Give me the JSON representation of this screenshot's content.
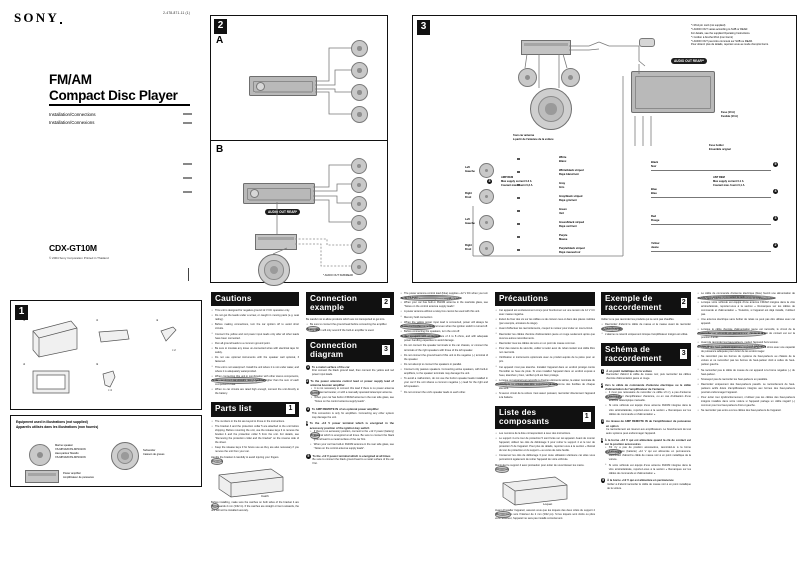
{
  "document": {
    "brand": "SONY",
    "part_number": "2-478-871-11 (1)",
    "title_line1": "FM/AM",
    "title_line2": "Compact Disc Player",
    "subtitle_en": "Installation/Connections",
    "subtitle_fr": "Installation/Connexions",
    "model": "CDX-GT10M",
    "copyright": "© 2004 Sony Corporation   Printed in Thailand"
  },
  "panel1": {
    "number": "1",
    "part_labels": [
      "1",
      "2",
      "3",
      "4",
      "5"
    ],
    "qty_marks": [
      "× 2",
      "× 4"
    ]
  },
  "equipment_box": {
    "title_en": "Equipment used in illustrations (not supplied)",
    "title_fr": "Appareils utilisés dans les illustrations (non fournis)",
    "items": [
      {
        "en": "Marine speaker",
        "model": "XS-MP1620/XS-MP1610N",
        "fr": "Haut-parleur Marello",
        "fr_model": "XS-MP1620/XS-MP1610N"
      },
      {
        "en": "Subwoofer",
        "fr": "Caisson de graves"
      },
      {
        "en": "Power amplifier",
        "fr": "Amplificateur de puissance"
      }
    ]
  },
  "panel2": {
    "number": "2",
    "tag_a": "A",
    "tag_b": "B",
    "callout": "AUDIO OUT REAR*",
    "footnote": "* AUDIO OUT SUB/REAR"
  },
  "panel3": {
    "number": "3",
    "callout_audio_out": "AUDIO OUT REAR*²",
    "antenna_label_en": "from car antenna",
    "antenna_label_fr": "à partir de l'antenne de la voiture",
    "amp_rem_en": "AMP REM",
    "amp_rem_fr": "Max supply current 0.3 A",
    "amp_rem_fr2": "Courant max. fourni 0,3 A",
    "fuse_en": "Fuse (10 A)",
    "fuse_fr": "Fusible (10 A)",
    "fuseholder_en": "Fuse holder",
    "fuseholder_fr": "Ensemble orignal",
    "fuseholder_fr2": "Rayé blanc/noir",
    "ant_rem_en": "ANT REM",
    "ant_rem_fr": "Max supply current 0.1 A",
    "ant_rem_fr2": "Courant max. fourni 0,1 A",
    "speaker_sides": [
      {
        "en": "Left",
        "fr": "Gauche"
      },
      {
        "en": "Right",
        "fr": "Droit"
      },
      {
        "en": "Left",
        "fr": "Gauche"
      },
      {
        "en": "Right",
        "fr": "Droit"
      }
    ],
    "wire_labels_left": [
      {
        "en": "White",
        "fr": "Blanc"
      },
      {
        "en": "White/black striped",
        "fr": "Rayé blanc/noir"
      },
      {
        "en": "Gray",
        "fr": "Gris"
      },
      {
        "en": "Gray/black striped",
        "fr": "Rayé gris/noir"
      },
      {
        "en": "Green",
        "fr": "Vert"
      },
      {
        "en": "Green/black striped",
        "fr": "Rayé vert/noir"
      },
      {
        "en": "Purple",
        "fr": "Mauve"
      },
      {
        "en": "Purple/black striped",
        "fr": "Rayé mauve/noir"
      }
    ],
    "wire_labels_right": [
      {
        "en": "Black",
        "fr": "Noir",
        "num": "5"
      },
      {
        "en": "Blue",
        "fr": "Bleu",
        "num": "4"
      },
      {
        "en": "Red",
        "fr": "Rouge",
        "num": "3"
      },
      {
        "en": "Yellow",
        "fr": "Jaune",
        "num": "2"
      }
    ],
    "notes": [
      "*¹ RCA pin cord (not supplied)",
      "*² AUDIO OUT varies according to SUB or REAR.",
      "For details, see the supplied Operating Instructions.",
      "*¹ Cordon à broche RCA (non fourni)",
      "*² AUDIO OUT peut être commuté sur SUB ou REAR.",
      "Pour obtenir plus de détails, reportez-vous au mode d'emploi fourni."
    ]
  },
  "columns": {
    "cautions": {
      "header": "Cautions",
      "items": [
        "This unit is designed for negative ground 12 V DC operation only.",
        "Do not get the leads under a screw, or caught in moving parts (e.g. seat railing).",
        "Before making connections, turn the car ignition off to avoid short circuits.",
        "Connect the yellow and red power input leads only after all other leads have been connected.",
        "Run all ground leads to a common ground point.",
        "Be sure to insulate any loose un-connected wires with electrical tape for safety.",
        "Do not use optional instruments with the speaker well optional, if fastened.",
        "This unit is not waterproof. Install the unit where it is not under water, and where it is adequately waterproofed."
      ],
      "note_title": "Notes on the power supply lead (yellow)",
      "notes": [
        "When connecting this unit in combination with other stereo components, the connected car circuit's rating must be higher than the sum of each component's fuse.",
        "When no car circuits are rated high enough, connect the unit directly to the battery."
      ]
    },
    "parts_list": {
      "header": "Parts list",
      "number": "1",
      "items": [
        "The numbers in the list are keyed to those in the instructions.",
        "The bracket 4 and the protection collar 5 are attached to the unit before shipping. Before mounting the unit, use the release keys 3 to remove the bracket 4 and the protection collar 5 from the unit. For details, see \"Removing the protection collar and the bracket\" on the reverse side of the sheet.",
        "Keep the release keys 3 for future use as they are also necessary if you remove the unit from your car."
      ],
      "caution_title": "Caution",
      "caution_text": "Handle the bracket 4 carefully to avoid injuring your fingers.",
      "fig_label": "Catch",
      "note_title": "Note",
      "note_text": "Before installing, make sure the catches on both sides of the bracket 4 are bent inwards 2 mm (3/32 in). If the catches are straight or bent outwards, the unit will not be installed securely."
    },
    "connection_example": {
      "header": "Connection example",
      "number": "2",
      "intro": "Be careful not to allow products which are not transported to get into.",
      "note_title": "Notes (B)",
      "items": [
        "Be sure to connect the ground lead before connecting the amplifier.",
        "The alarm will only sound if the built-in amplifier is used."
      ]
    },
    "connection_diagram": {
      "header": "Connection diagram",
      "number": "3",
      "entries": [
        {
          "n": "1",
          "title": "To a metal surface of the car",
          "body": "First connect the black ground lead, then connect the yellow and red power input leads."
        },
        {
          "n": "2",
          "title": "To the power antenna control lead or power supply lead of antenna booster amplifier",
          "notes_title": "Notes",
          "notes": [
            "It is not necessary to connect this lead if there is no power antenna or antenna booster, or with a manually operated telescopic antenna.",
            "When your car has built-in FM/AM antenna in the rear side glass, see \"Notes on the control antenna supply leads\"."
          ]
        },
        {
          "n": "3",
          "title": "To AMP REMOTE IN of an optional power amplifier",
          "body": "This connection is only for amplifiers. Connecting any other system may damage the unit."
        },
        {
          "n": "4",
          "title": "To the +12 V power terminal which is energized in the accessory position of the ignition key switch",
          "notes_title": "Notes",
          "notes": [
            "If there is no accessory position, connect to the +12 V power (battery) terminal which is energized at all times. Be sure to connect the black ground lead to a metal surface of the car first.",
            "When your car has built-in FM/AM antenna in the rear side glass, see \"Notes on the control antenna supply leads\"."
          ]
        },
        {
          "n": "5",
          "title": "To the +12 V power terminal which is energized at all times",
          "body": "Be sure to connect the black ground lead to a metal surface of the car first."
        }
      ]
    },
    "notes_col3": {
      "title_1": "Notes on the control and power supply leads",
      "items_1": [
        "The power antenna control lead (blue) supplies +12 V DC when you turn on the tuner.",
        "When your car has built-in FM/AM antenna in the rear/side glass, see \"Notes on the control antenna supply leads\".",
        "A power antenna without a relay box cannot be used with this unit.",
        "Memory hold connection"
      ],
      "title_2": "Memory hold connection",
      "items_2": [
        "When the yellow power input lead is connected, power will always be supplied to the memory circuit even when the ignition switch is turned off."
      ],
      "title_3": "Notes on speaker connection",
      "items_3": [
        "Before connecting the speakers, turn the unit off.",
        "Use speakers with an impedance of 4 to 8 ohms, and with adequate power handling capacities to avoid damage.",
        "Do not connect the speaker terminals to the car chassis, or connect the terminals of the right speakers with those of the left speaker.",
        "Do not connect the ground lead of this unit to the negative (–) terminal of the speaker.",
        "Do not attempt to connect the speakers in parallel.",
        "Connect only passive speakers. Connecting active speakers, with built-in amplifiers, to the speaker terminals may damage the unit.",
        "To avoid a malfunction, do not use the built-in speaker leads installed in your car if the unit shares a common negative (–) lead for the right and left speakers.",
        "Do not connect the unit's speaker leads to each other."
      ]
    },
    "precautions_fr": {
      "header": "Précautions",
      "items": [
        "Cet appareil est exclusivement conçu pour fonctionner sur une tension de 12 V CC avec masse négative.",
        "Evitez de fixer des vis sur les câbles ou de coincer ceux-ci dans des pièces mobiles (par exemple, armature de siège).",
        "Avant d'effectuer les raccordements, coupez le moteur pour éviter un court-circuit.",
        "Raccordez les câbles d'entrée d'alimentation jaune et rouge seulement après que tous les autres raccordements.",
        "Raccordez tous les câbles de terre en un point de masse commun.",
        "Pour des raisons de sécurité, veillez à isoler avec du ruban isolant tout câble libre non raccordé.",
        "Vérification si instruments optionnels avec ce produit auprès de la pièce pour un prix.",
        "Cet appareil n'est pas étanche. Installez l'appareil dans un endroit protégé contre l'humidité ou l'eau de pluie. Si vous installez l'appareil dans un endroit exposé à l'eau, étanchez-y bien, vérifiez qu'il est bien protégé."
      ],
      "note_title": "Remarques sur le câble d'alimentation (jaune)",
      "notes": [
        "Lorsque cet appareil est raccordé à d'autres éléments stéréo, la valeur nominale du circuit de la voiture doit être supérieure à la somme des fusibles de chaque élément.",
        "Si aucun circuit de la voiture n'est assez puissant, raccordez directement l'appareil à la batterie."
      ]
    },
    "liste_composants": {
      "header": "Liste des composants",
      "number": "1",
      "items": [
        "Les numéros de la liste correspondent à ceux des instructions.",
        "Le support 4 et le tour de protection 5 sont livrés sur cet appareil. Avant de monter l'appareil, utilisez les clés de déblocage 3 pour retirer le support 4 et le tour de protection 5 de l'appareil. Pour plus de détails, reportez-vous à la section « Retrait du tour de protection et du support » au verso de cette feuille.",
        "Conservez les clés de déblocage 3 pour toute utilisation ultérieure car elles vous permettront également de retirer l'appareil de votre véhicule."
      ],
      "attention_title": "Attention",
      "attention_text": "Manipulez le support 4 avec précaution pour éviter de vous blesser les mains.",
      "fig_label": "Loquet",
      "remark_title": "Remarque",
      "remark_text": "Avant d'installer l'appareil, assurez-vous que les loquets des deux côtés du support 4 sont bien pliés vers l'intérieur de 2 mm (3/32 po). Si les loquets sont droits ou pliés vers l'extérieur, l'appareil ne sera pas installé correctement."
    },
    "exemple_raccordement": {
      "header": "Exemple de raccordement",
      "number": "2",
      "intro": "Veillez à ne pas raccorder les produits qui ne sont pas chauffés.",
      "note_title": "Remarques (B)",
      "items": [
        "Raccordez d'abord le câble de masse et la masse avant de raccorder l'amplificateur.",
        "L'alarme ne retentit uniquement lorsque l'amplificateur intégré est utilisé."
      ]
    },
    "schema_raccordement": {
      "header": "Schéma de raccordement",
      "number": "3",
      "entries": [
        {
          "n": "1",
          "title": "À un point métallique de la voiture",
          "body": "Raccordez d'abord le câble de masse noir, puis raccordez les câbles d'entrée d'alimentation jaune et rouge."
        },
        {
          "n": "2",
          "title": "Vers le câble de commande d'antenne électrique ou le câble d'alimentation de l'amplificateur de l'antenne",
          "notes_title": "Remarques",
          "notes": [
            "Il n'est pas nécessaire de raccorder ce câble s'il n'y a pas d'antenne électrique ni d'amplificateur d'antenne, ou en cas d'utilisation d'une antenne télescopique manuelle.",
            "Si votre véhicule est équipé d'une antenne FM/AM intégrée dans la vitre arrière/latérale, reportez-vous à la section « Remarques sur les câbles de commande et d'alimentation »."
          ]
        },
        {
          "n": "3",
          "title": "Au niveau de AMP REMOTE IN de l'amplificateur de puissance en option",
          "body": "Ce raccordement est réservé aux amplificateurs. Le branchement de tout autre système peut endommager l'appareil."
        },
        {
          "n": "4",
          "title": "À la borne +12 V qui est alimentée quand la clé de contact est sur la position accessoires",
          "notes_title": "Remarques",
          "notes": [
            "S'il n'y a pas de position accessoires, raccordez-le à la borne d'alimentation (batterie) +12 V qui est alimentée en permanence. Raccordez d'abord le câble de masse noir à un point métallique de la voiture.",
            "Si votre véhicule est équipé d'une antenne FM/AM intégrée dans la vitre arrière/latérale, reportez-vous à la section « Remarques sur les câbles de commande et d'alimentation »."
          ]
        },
        {
          "n": "5",
          "title": "À la borne +12 V qui est alimentée en permanence",
          "body": "Veillez à d'abord raccorder le câble de masse noir à un point métallique de la voiture."
        }
      ]
    },
    "notes_col6": {
      "title_1": "Remarques sur les câbles de commande et d'alimentation",
      "items_1": [
        "Le câble de commande d'antenne électrique (bleu) fournit une alimentation de +12 V CC lorsque vous mettez la radio sous tension.",
        "Lorsque votre véhicule est équipé d'une antenne FM/AM intégrée dans la vitre arrière/latérale, reportez-vous à la section « Remarques sur les câbles de commande et d'alimentation ». Toutefois, si l'appareil est déjà installé, n'utilisez pas.",
        "Une antenne électrique sans boîtier de relais ne peut pas être utilisée avec cet appareil."
      ],
      "title_2": "Raccordement pour la conservation de la mémoire",
      "items_2": [
        "Lorsque le câble d'entrée d'alimentation jaune est raccordé, le circuit de la mémoire est alimenté en permanence, même si la clé de contact est sur la position d'arrêt."
      ],
      "title_3": "Remarques sur le raccordement des haut-parleurs",
      "items_3": [
        "Avant de raccorder les haut-parleurs, mettez l'appareil hors tension.",
        "Utilisez des haut-parleurs ayant une impédance de 4 à 8 ohms avec une capacité de puissance adéquate pour éviter de les endommager.",
        "Ne raccordez pas les bornes du système de haut-parleurs au châssis de la voiture et ne raccordez pas les bornes du haut-parleur droit à celles du haut-parleur gauche.",
        "Ne raccordez pas le câble de masse de cet appareil à la borne négative (–) du haut-parleur.",
        "N'essayez pas de raccorder les haut-parleurs en parallèle.",
        "Raccordez uniquement des haut-parleurs passifs. Le raccordement de haut-parleurs actifs dotés d'amplificateurs intégrés aux bornes des haut-parleurs pourrait endommager l'appareil.",
        "Pour éviter tout dysfonctionnement, n'utilisez pas les câbles des haut-parleurs intégrés installés dans votre voiture si l'appareil partage un câble négatif (–) commun pour les haut-parleurs droit et gauche.",
        "Ne raccordez pas entre eux les câbles des haut-parleurs de l'appareil."
      ]
    }
  }
}
